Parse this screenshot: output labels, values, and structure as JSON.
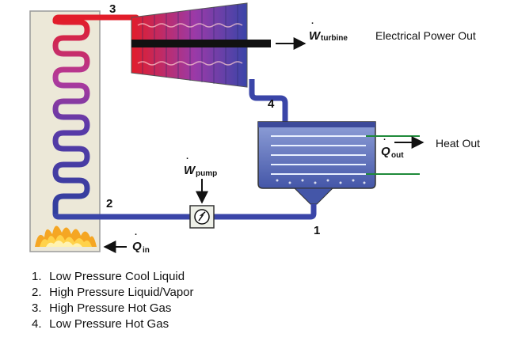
{
  "points": {
    "p1": "1",
    "p2": "2",
    "p3": "3",
    "p4": "4"
  },
  "labels": {
    "turbine_sym": "W",
    "turbine_sub": "turbine",
    "electrical": "Electrical Power Out",
    "pump_sym": "W",
    "pump_sub": "pump",
    "qout_sym": "Q",
    "qout_sub": "out",
    "heat_out": "Heat Out",
    "qin_sym": "Q",
    "qin_sub": "in"
  },
  "legend": [
    {
      "num": "1.",
      "text": "Low Pressure Cool Liquid"
    },
    {
      "num": "2.",
      "text": "High Pressure Liquid/Vapor"
    },
    {
      "num": "3.",
      "text": "High Pressure Hot Gas"
    },
    {
      "num": "4.",
      "text": "Low Pressure Hot Gas"
    }
  ],
  "colors": {
    "cold": "#2f3f9e",
    "hot": "#e21d2a",
    "mid": "#a43aa8",
    "flame": "#f5a623",
    "boiler_fill": "#ece8d8",
    "condenser_fill": "#6c7fc2"
  }
}
